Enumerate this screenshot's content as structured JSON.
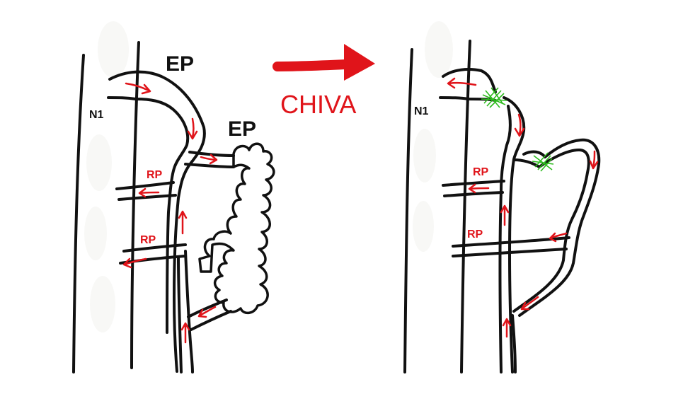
{
  "labels": {
    "left": {
      "n1": "N1",
      "ep_top": "EP",
      "ep_varicose": "EP",
      "rp_upper": "RP",
      "rp_lower": "RP"
    },
    "right": {
      "n1": "N1",
      "rp_upper": "RP",
      "rp_lower": "RP"
    },
    "procedure": "CHIVA"
  },
  "colors": {
    "line": "#111111",
    "flow_arrow": "#e0141a",
    "procedure_arrow": "#e0141a",
    "ligation": "#2dbb1e"
  },
  "icons": {
    "procedure_arrow": "right-arrow-icon",
    "ligation": "ligation-mark-icon"
  }
}
